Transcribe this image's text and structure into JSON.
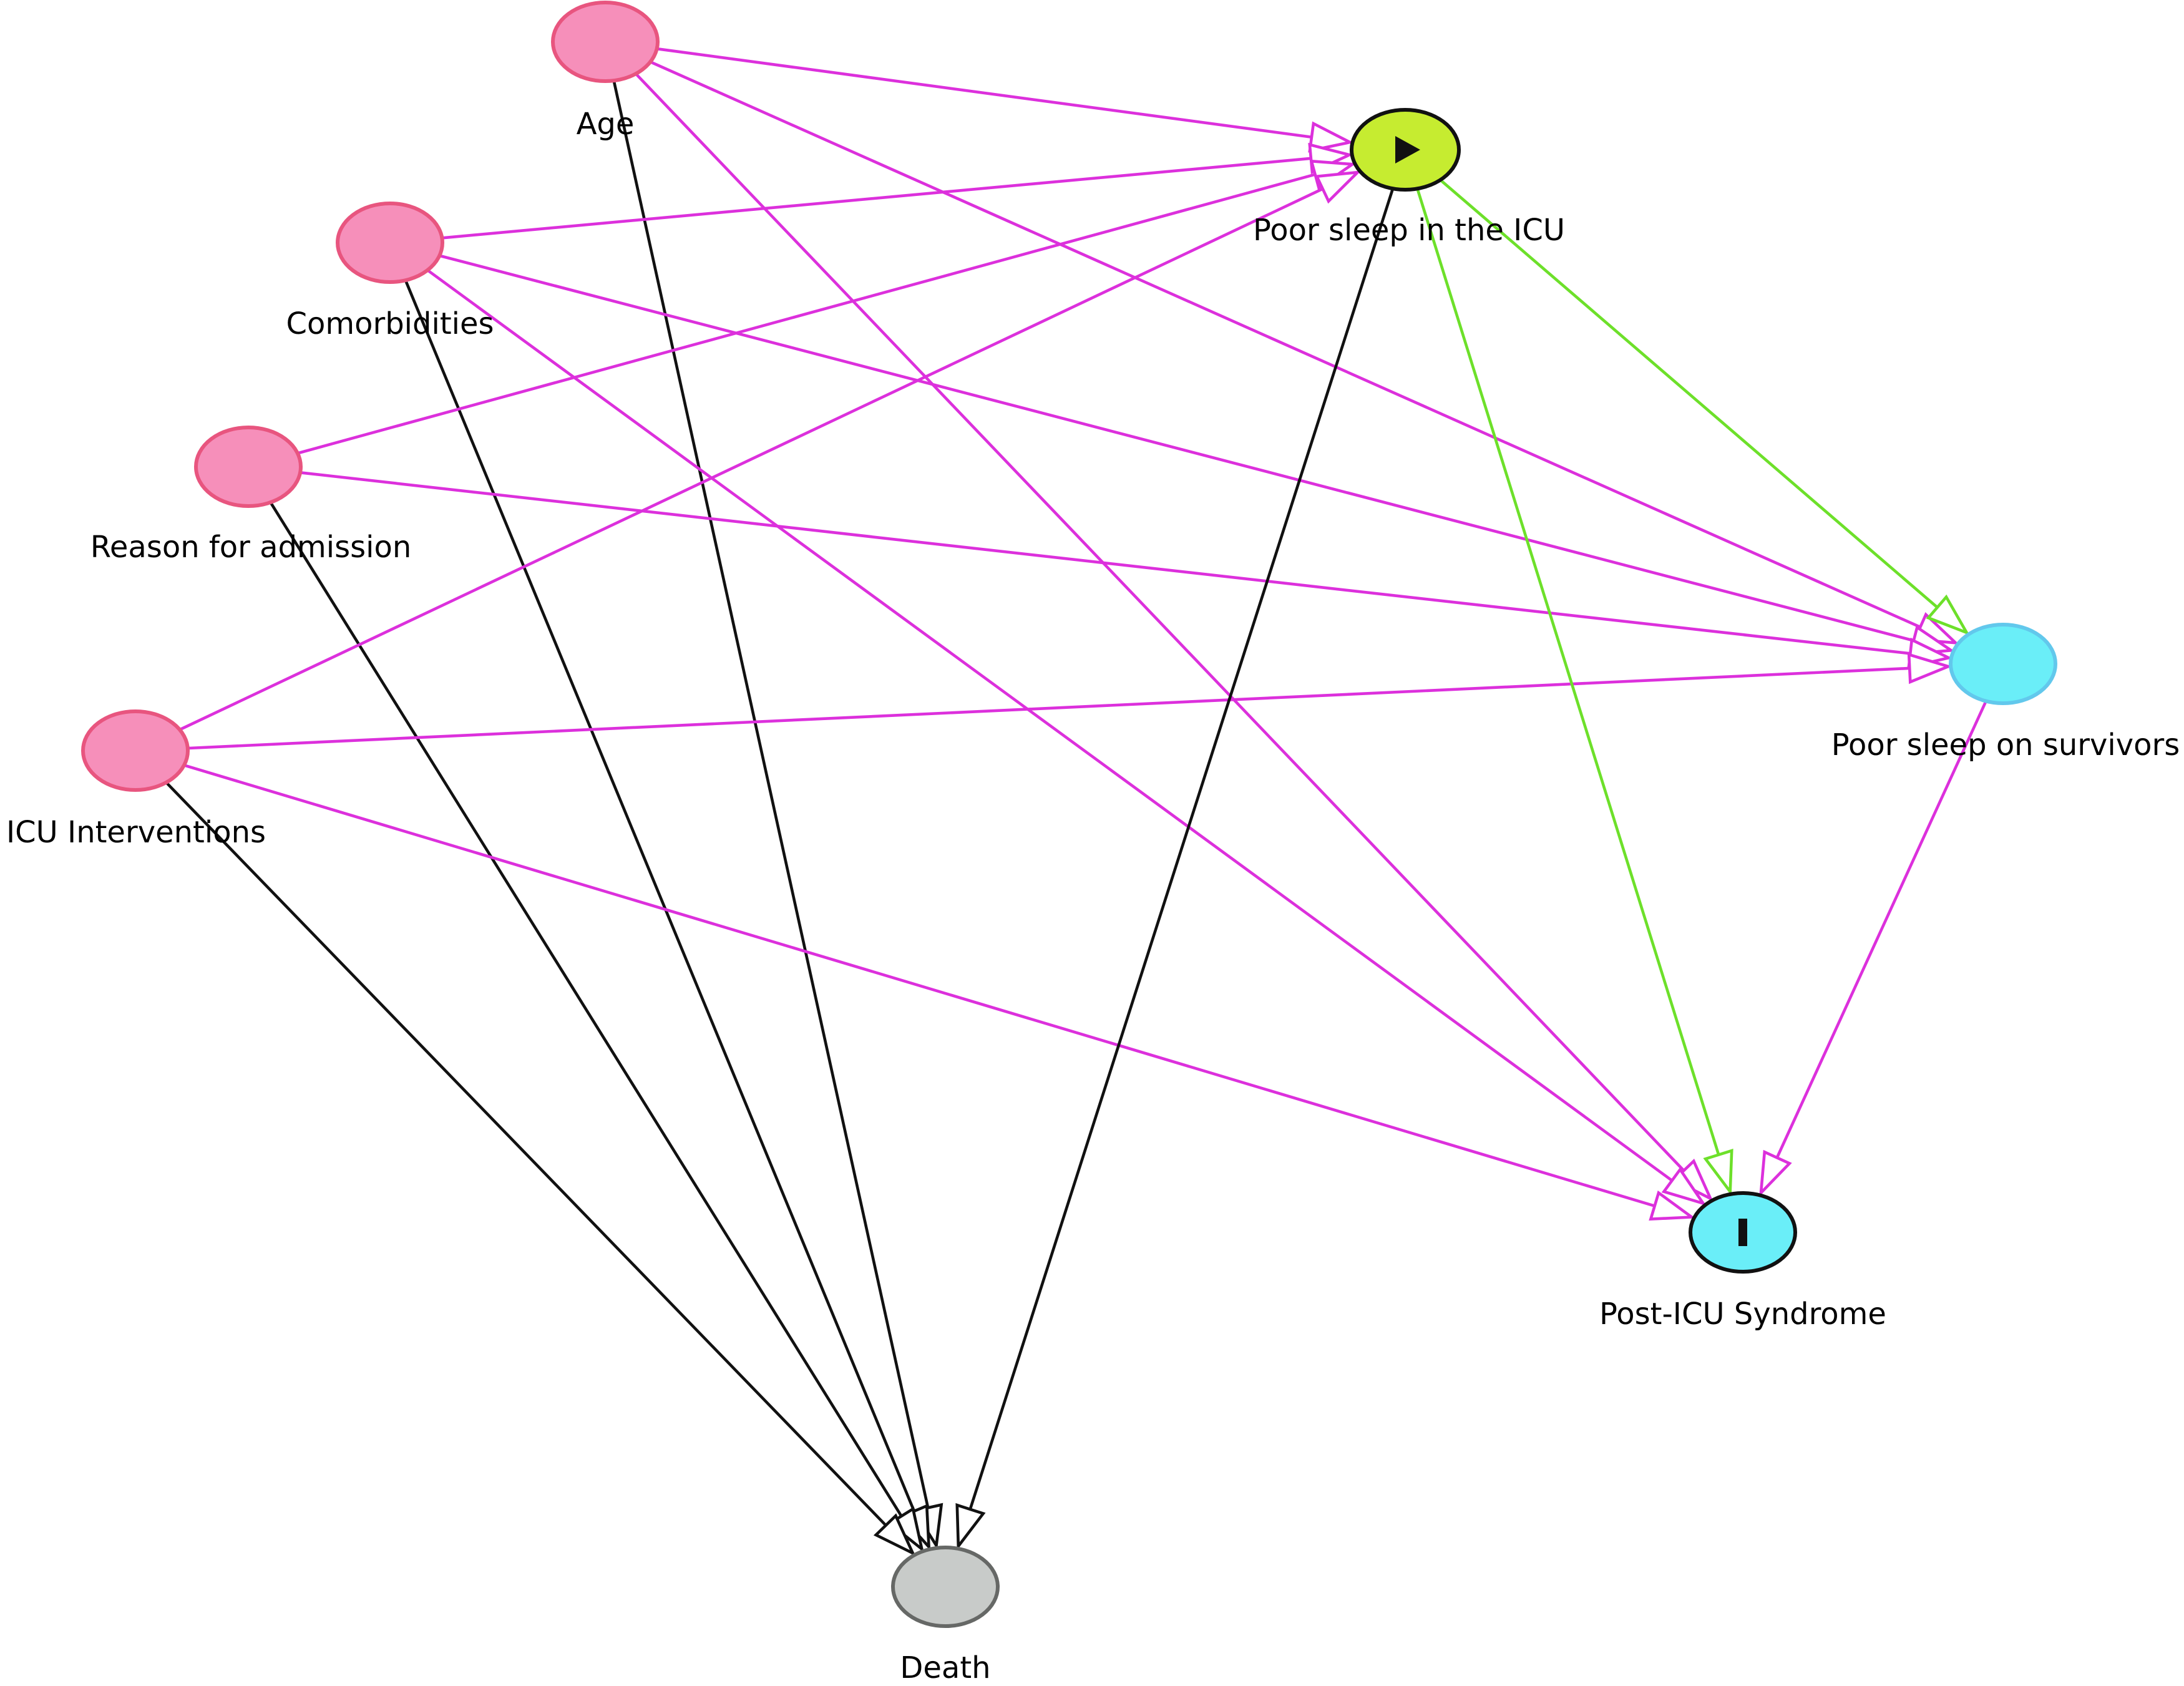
{
  "colors": {
    "confounder_fill": "#f68fba",
    "confounder_stroke": "#e8557f",
    "exposure_fill": "#c6ec30",
    "exposure_stroke": "#111111",
    "outcome_fill": "#6aeef8",
    "outcome_stroke": "#111111",
    "ancestor_outcome_fill": "#6aeef8",
    "ancestor_outcome_stroke": "#62c8ec",
    "death_fill": "#c8cbc9",
    "death_stroke": "#666866",
    "biasing_edge": "#dc30dc",
    "causal_edge": "#6de02a",
    "other_edge": "#111111"
  },
  "nodes": [
    {
      "id": "age",
      "label": "Age",
      "role": "confounder",
      "icon": ""
    },
    {
      "id": "comorbidities",
      "label": "Comorbidities",
      "role": "confounder",
      "icon": ""
    },
    {
      "id": "reason",
      "label": "Reason for admission",
      "role": "confounder",
      "icon": ""
    },
    {
      "id": "interventions",
      "label": "ICU Interventions",
      "role": "confounder",
      "icon": ""
    },
    {
      "id": "poor_sleep_icu",
      "label": "Poor sleep in the ICU",
      "role": "exposure",
      "icon": "play-icon"
    },
    {
      "id": "poor_sleep_survivors",
      "label": "Poor sleep on survivors",
      "role": "ancestor_outcome",
      "icon": ""
    },
    {
      "id": "pics",
      "label": "Post-ICU Syndrome",
      "role": "outcome",
      "icon": "outcome-bar-icon"
    },
    {
      "id": "death",
      "label": "Death",
      "role": "death",
      "icon": ""
    }
  ],
  "edges": [
    {
      "from": "age",
      "to": "poor_sleep_icu",
      "type": "biasing"
    },
    {
      "from": "age",
      "to": "poor_sleep_survivors",
      "type": "biasing"
    },
    {
      "from": "age",
      "to": "pics",
      "type": "biasing"
    },
    {
      "from": "age",
      "to": "death",
      "type": "other"
    },
    {
      "from": "comorbidities",
      "to": "poor_sleep_icu",
      "type": "biasing"
    },
    {
      "from": "comorbidities",
      "to": "poor_sleep_survivors",
      "type": "biasing"
    },
    {
      "from": "comorbidities",
      "to": "pics",
      "type": "biasing"
    },
    {
      "from": "comorbidities",
      "to": "death",
      "type": "other"
    },
    {
      "from": "reason",
      "to": "poor_sleep_icu",
      "type": "biasing"
    },
    {
      "from": "reason",
      "to": "poor_sleep_survivors",
      "type": "biasing"
    },
    {
      "from": "reason",
      "to": "death",
      "type": "other"
    },
    {
      "from": "interventions",
      "to": "poor_sleep_icu",
      "type": "biasing"
    },
    {
      "from": "interventions",
      "to": "poor_sleep_survivors",
      "type": "biasing"
    },
    {
      "from": "interventions",
      "to": "pics",
      "type": "biasing"
    },
    {
      "from": "interventions",
      "to": "death",
      "type": "other"
    },
    {
      "from": "poor_sleep_icu",
      "to": "poor_sleep_survivors",
      "type": "causal"
    },
    {
      "from": "poor_sleep_icu",
      "to": "pics",
      "type": "causal"
    },
    {
      "from": "poor_sleep_icu",
      "to": "death",
      "type": "other"
    },
    {
      "from": "poor_sleep_survivors",
      "to": "pics",
      "type": "biasing"
    }
  ]
}
